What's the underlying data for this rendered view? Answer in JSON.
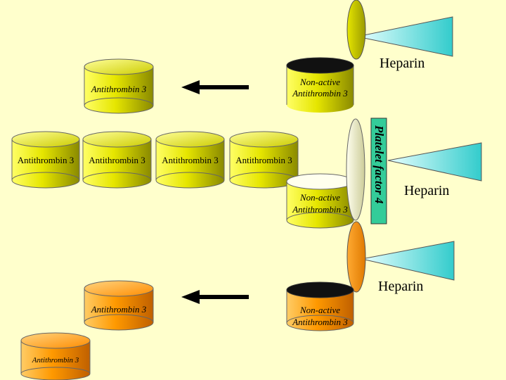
{
  "colors": {
    "background": "#ffffcc",
    "yellow_light": "#ffff66",
    "yellow_dark": "#9a9a00",
    "orange_light": "#ffcc66",
    "orange_dark": "#d07000",
    "heparin_light": "#33cccc",
    "heparin_dark": "#e8ffff",
    "platelet_factor": "#33cc99",
    "arrow": "#000000"
  },
  "row1": {
    "heparin_label": "Heparin",
    "inactive_label_line1": "Non-active",
    "inactive_label_line2": "Antithrombin 3",
    "active_label": "Antithrombin 3"
  },
  "row2": {
    "chain_labels": [
      "Antithrombin 3",
      "Antithrombin 3",
      "Antithrombin 3",
      "Antithrombin 3"
    ],
    "platelet_factor_label": "Platelet factor 4",
    "heparin_label": "Heparin",
    "inactive_label_line1": "Non-active",
    "inactive_label_line2": "Antithrombin 3"
  },
  "row3": {
    "heparin_label": "Heparin",
    "inactive_label_line1": "Non-active",
    "inactive_label_line2": "Antithrombin 3",
    "active_label": "Antithrombin 3",
    "extra_label": "Antithrombin 3"
  }
}
